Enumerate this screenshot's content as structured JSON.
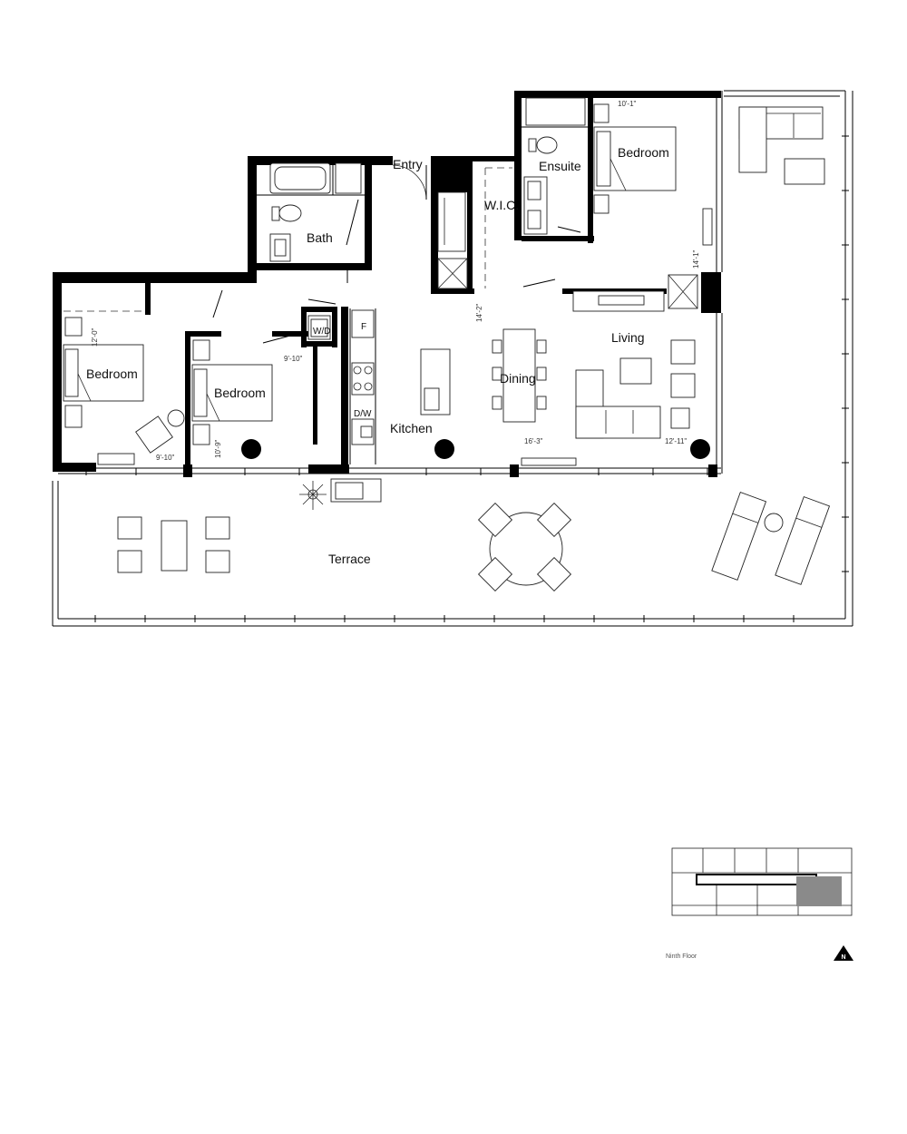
{
  "rooms": {
    "entry": "Entry",
    "bath": "Bath",
    "wic": "W.I.C.",
    "ensuite": "Ensuite",
    "bedroom_primary": "Bedroom",
    "bedroom_west": "Bedroom",
    "bedroom_middle": "Bedroom",
    "living": "Living",
    "dining": "Dining",
    "kitchen": "Kitchen",
    "terrace": "Terrace"
  },
  "fixtures": {
    "washer_dryer": "W/D",
    "dishwasher": "D/W",
    "fridge": "F"
  },
  "dimensions": {
    "primary_bedroom_width": "10'-1\"",
    "primary_bedroom_depth": "14'-1\"",
    "west_bedroom_depth": "12'-0\"",
    "west_bedroom_width": "9'-10\"",
    "middle_bedroom_width": "9'-10\"",
    "middle_bedroom_depth": "10'-9\"",
    "dining_depth": "14'-2\"",
    "dining_width": "16'-3\"",
    "living_width": "12'-11\""
  },
  "keyplan": {
    "caption": "Ninth Floor",
    "north_label": "N"
  }
}
